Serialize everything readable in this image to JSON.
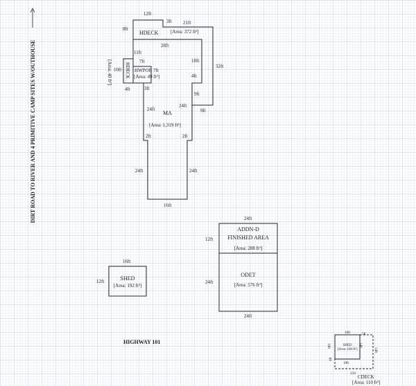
{
  "side_note": "DIRT ROAD TO RIVER AND 4 PRIMITIVE CAMP SITES W/OUTHOUSE",
  "road_label": "HIGHWAY  101",
  "hdeck": {
    "name": "HDECK",
    "area": "[Area: 372 ft²]",
    "dims": [
      "12ft",
      "3ft",
      "21ft",
      "8ft",
      "32ft",
      "9ft"
    ]
  },
  "hdeck_small": {
    "name": "HDECK",
    "area": "[Area: 40 ft²]",
    "dims": [
      "10ft",
      "4ft"
    ]
  },
  "hwpor": {
    "name": "HWPOR 7ft",
    "area": "[Area: 49 ft²]",
    "dims": [
      "7ft",
      "3ft"
    ]
  },
  "ma": {
    "name": "MA",
    "area": "[Area: 1,319 ft²]",
    "dims": [
      "28ft",
      "11ft",
      "18ft",
      "4ft",
      "9ft",
      "24ft",
      "24ft",
      "2ft",
      "2ft",
      "24ft",
      "24ft",
      "16ft"
    ]
  },
  "addn": {
    "name": "ADDN-D",
    "sub": "FINISHED AREA",
    "area": "[Area: 288 ft²]",
    "dims": [
      "24ft",
      "12ft"
    ]
  },
  "odet": {
    "name": "ODET",
    "area": "[Area: 576 ft²]",
    "dims": [
      "24ft",
      "24ft"
    ]
  },
  "shed": {
    "name": "SHED",
    "area": "[Area: 192 ft²]",
    "dims": [
      "16ft",
      "12ft"
    ]
  },
  "shed2": {
    "name": "SHED",
    "area": "[Area: 100 ft²]",
    "dims": [
      "10ft",
      "10ft",
      "10ft",
      "5ft",
      "14ft",
      "4ft",
      "15ft"
    ]
  },
  "cdeck": {
    "name": "CDECK",
    "area": "[Area: 110 ft²]"
  }
}
